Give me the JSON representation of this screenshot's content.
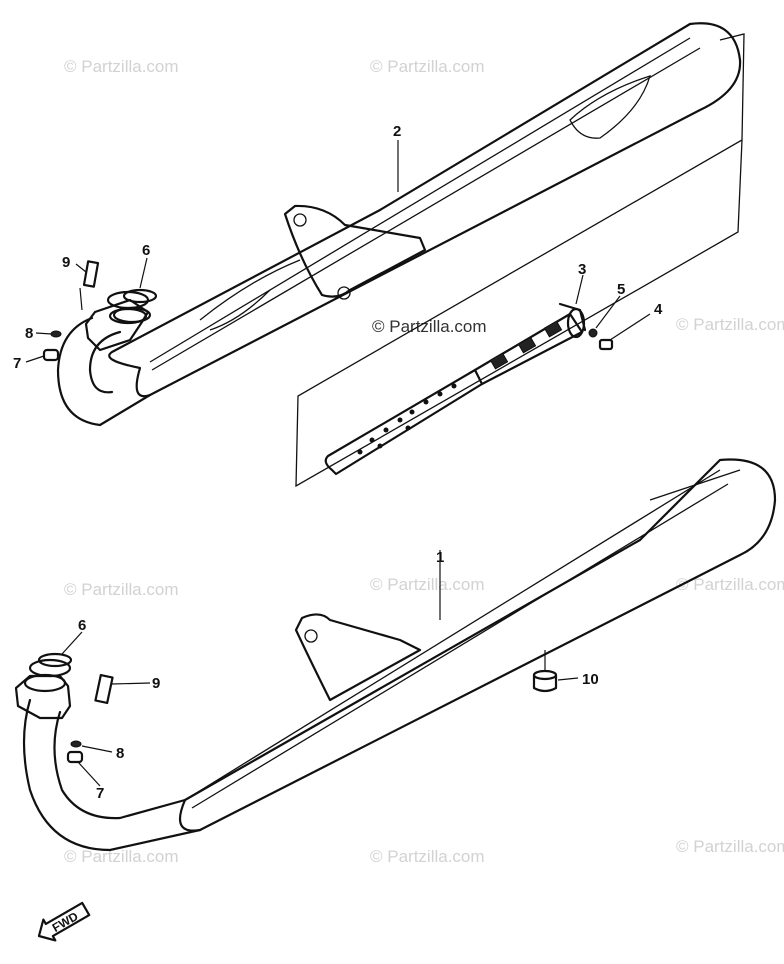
{
  "watermark_text": "© Partzilla.com",
  "callouts": {
    "c1": "1",
    "c2": "2",
    "c3": "3",
    "c4": "4",
    "c5": "5",
    "c6a": "6",
    "c6b": "6",
    "c7a": "7",
    "c7b": "7",
    "c8a": "8",
    "c8b": "8",
    "c9a": "9",
    "c9b": "9",
    "c10": "10"
  },
  "fwd_label": "FWD"
}
